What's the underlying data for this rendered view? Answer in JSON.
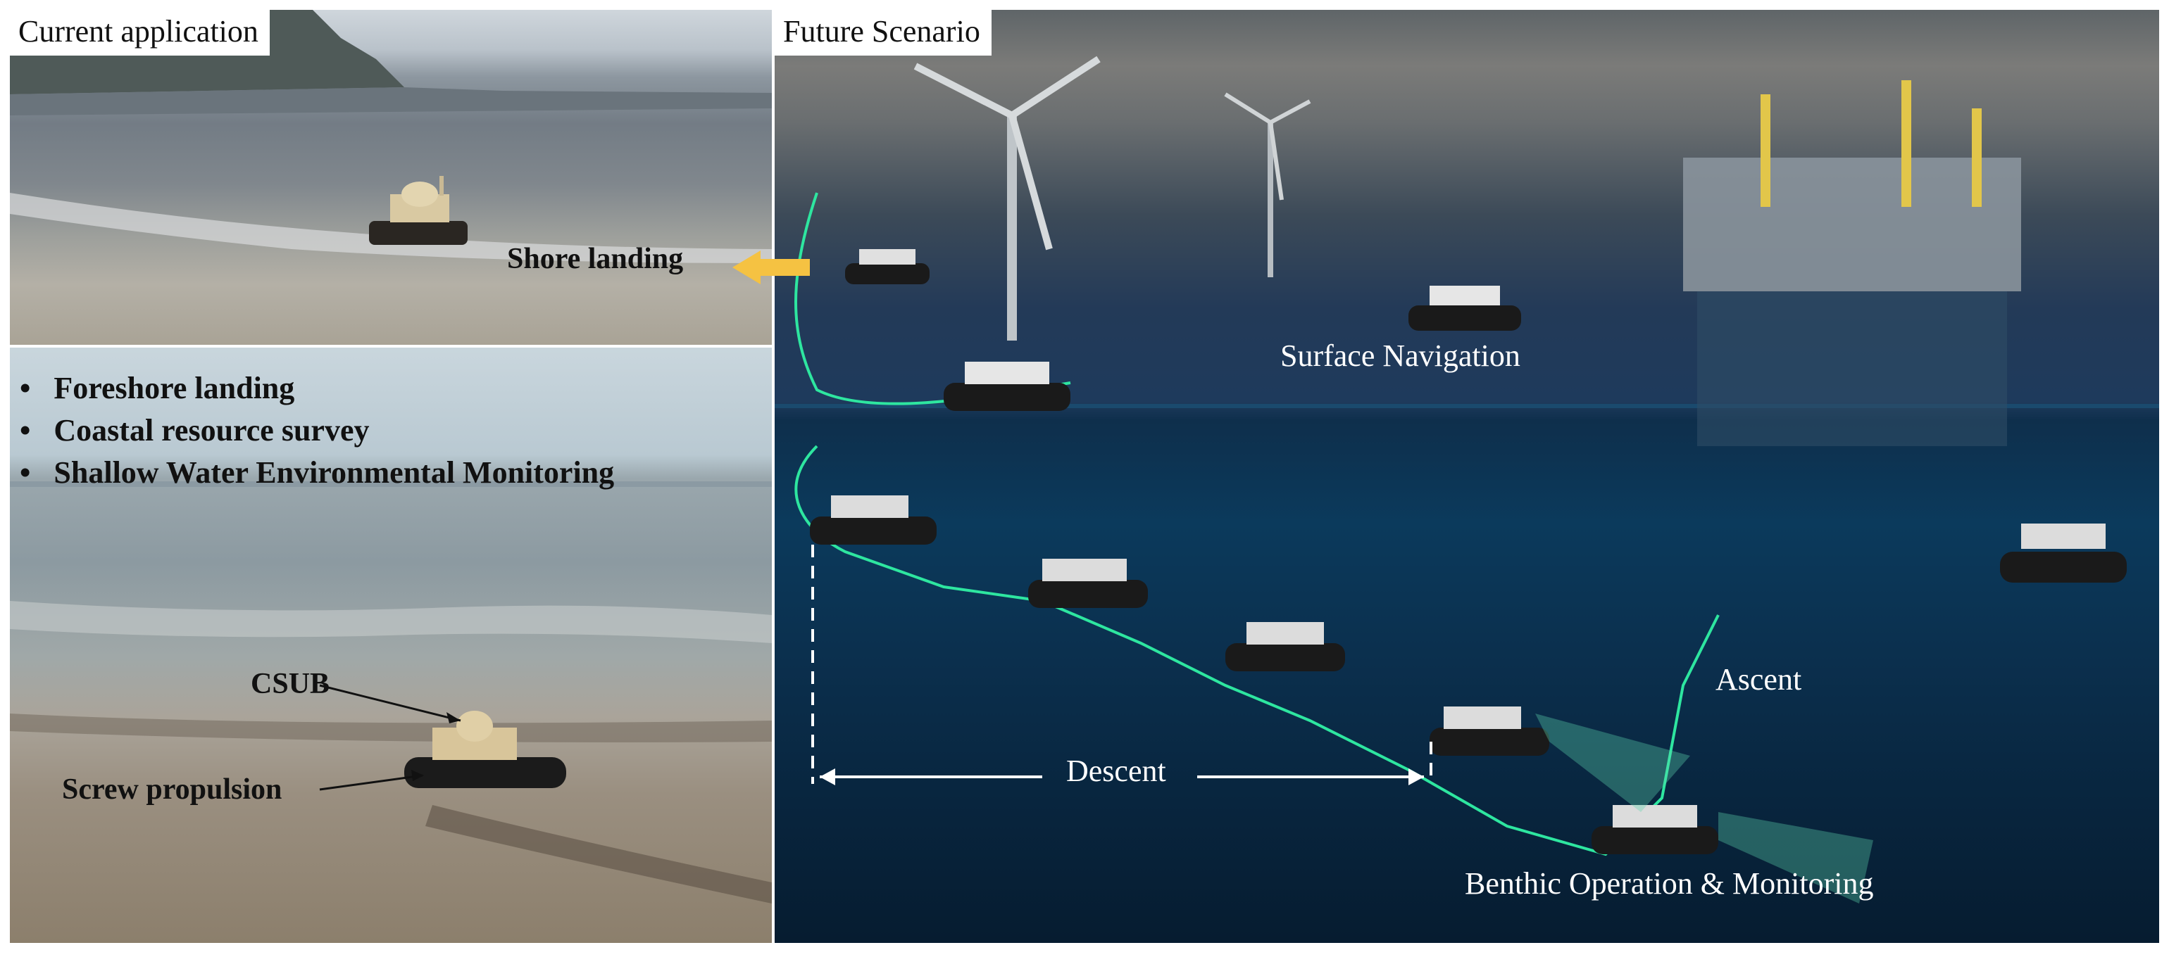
{
  "panels": {
    "current_title": "Current application",
    "future_title": "Future Scenario"
  },
  "current": {
    "shore_landing": "Shore landing",
    "bullets": [
      "Foreshore landing",
      "Coastal resource survey",
      "Shallow Water Environmental Monitoring"
    ],
    "csub_label": "CSUB",
    "screw_label": "Screw propulsion"
  },
  "future": {
    "surface_navigation": "Surface Navigation",
    "descent": "Descent",
    "ascent": "Ascent",
    "benthic": "Benthic Operation & Monitoring"
  },
  "colors": {
    "arrow_yellow": "#f5c242",
    "trajectory_green": "#2ee6a0",
    "annotation_white": "#ffffff"
  }
}
